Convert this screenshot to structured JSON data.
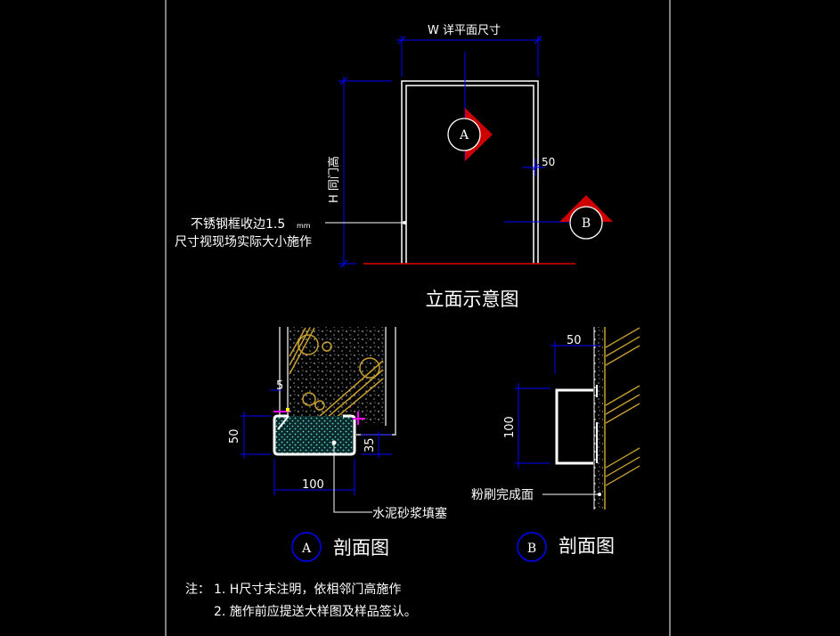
{
  "elevation": {
    "width_dim": "W 详平面尺寸",
    "height_dim": "H 同门高",
    "offset_dim": "50",
    "section_a_marker": "A",
    "section_b_marker": "B",
    "callout_line1": "不锈钢框收边1.5",
    "callout_unit": "mm",
    "callout_line2": "尺寸视现场实际大小施作",
    "title": "立面示意图"
  },
  "section_a": {
    "dim_5": "5",
    "dim_50": "50",
    "dim_35": "35",
    "dim_100": "100",
    "callout": "水泥砂浆填塞",
    "marker": "A",
    "title": "剖面图"
  },
  "section_b": {
    "dim_50": "50",
    "dim_100": "100",
    "callout": "粉刷完成面",
    "marker": "B",
    "title": "剖面图"
  },
  "notes": {
    "prefix": "注：",
    "line1": "1. H尺寸未注明，依相邻门高施作",
    "line2": "2. 施作前应提送大样图及样品签认。"
  },
  "colors": {
    "background": "#000000",
    "frame": "#ffffff",
    "dimension": "#0000ff",
    "marker_fill": "#cc0000",
    "hatch": "#c8a030",
    "concrete": "#5fd3d3",
    "leader": "#ff00ff"
  }
}
